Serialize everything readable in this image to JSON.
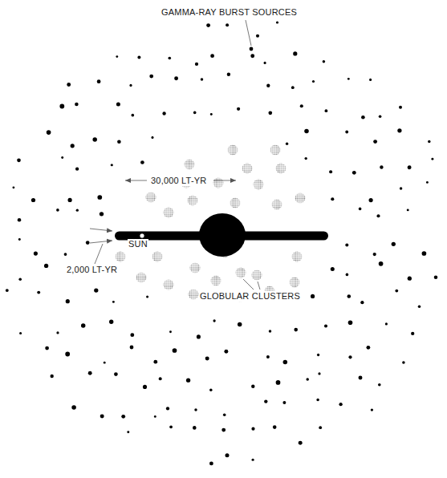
{
  "diagram": {
    "labels": [
      "GAMMA-RAY BURST SOURCES",
      "30,000 LT-YR",
      "SUN",
      "2,000 LT-YR",
      "GLOBULAR CLUSTERS"
    ]
  }
}
